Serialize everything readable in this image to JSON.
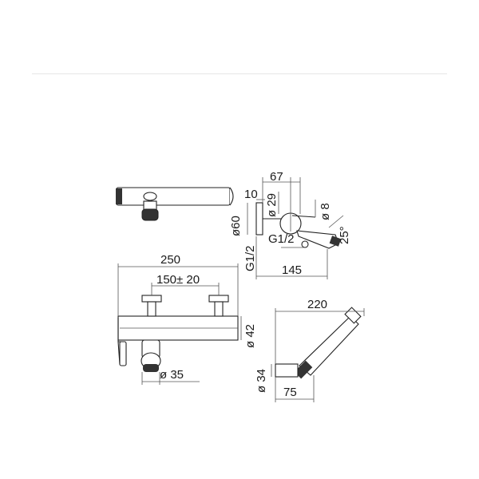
{
  "diagram": {
    "top_view": {
      "labels": []
    },
    "side_view": {
      "dims": {
        "d67": "67",
        "d10": "10",
        "d29": "ø 29",
        "d8": "ø 8",
        "d60": "ø60",
        "g12a": "G1/2",
        "g12b": "G1/2",
        "d25": "25°",
        "d145": "145"
      }
    },
    "front_view": {
      "dims": {
        "d250": "250",
        "d150": "150± 20",
        "d42": "ø 42",
        "d35": "ø 35"
      }
    },
    "handshower_view": {
      "dims": {
        "d220": "220",
        "d34": "ø 34",
        "d75": "75"
      }
    }
  }
}
